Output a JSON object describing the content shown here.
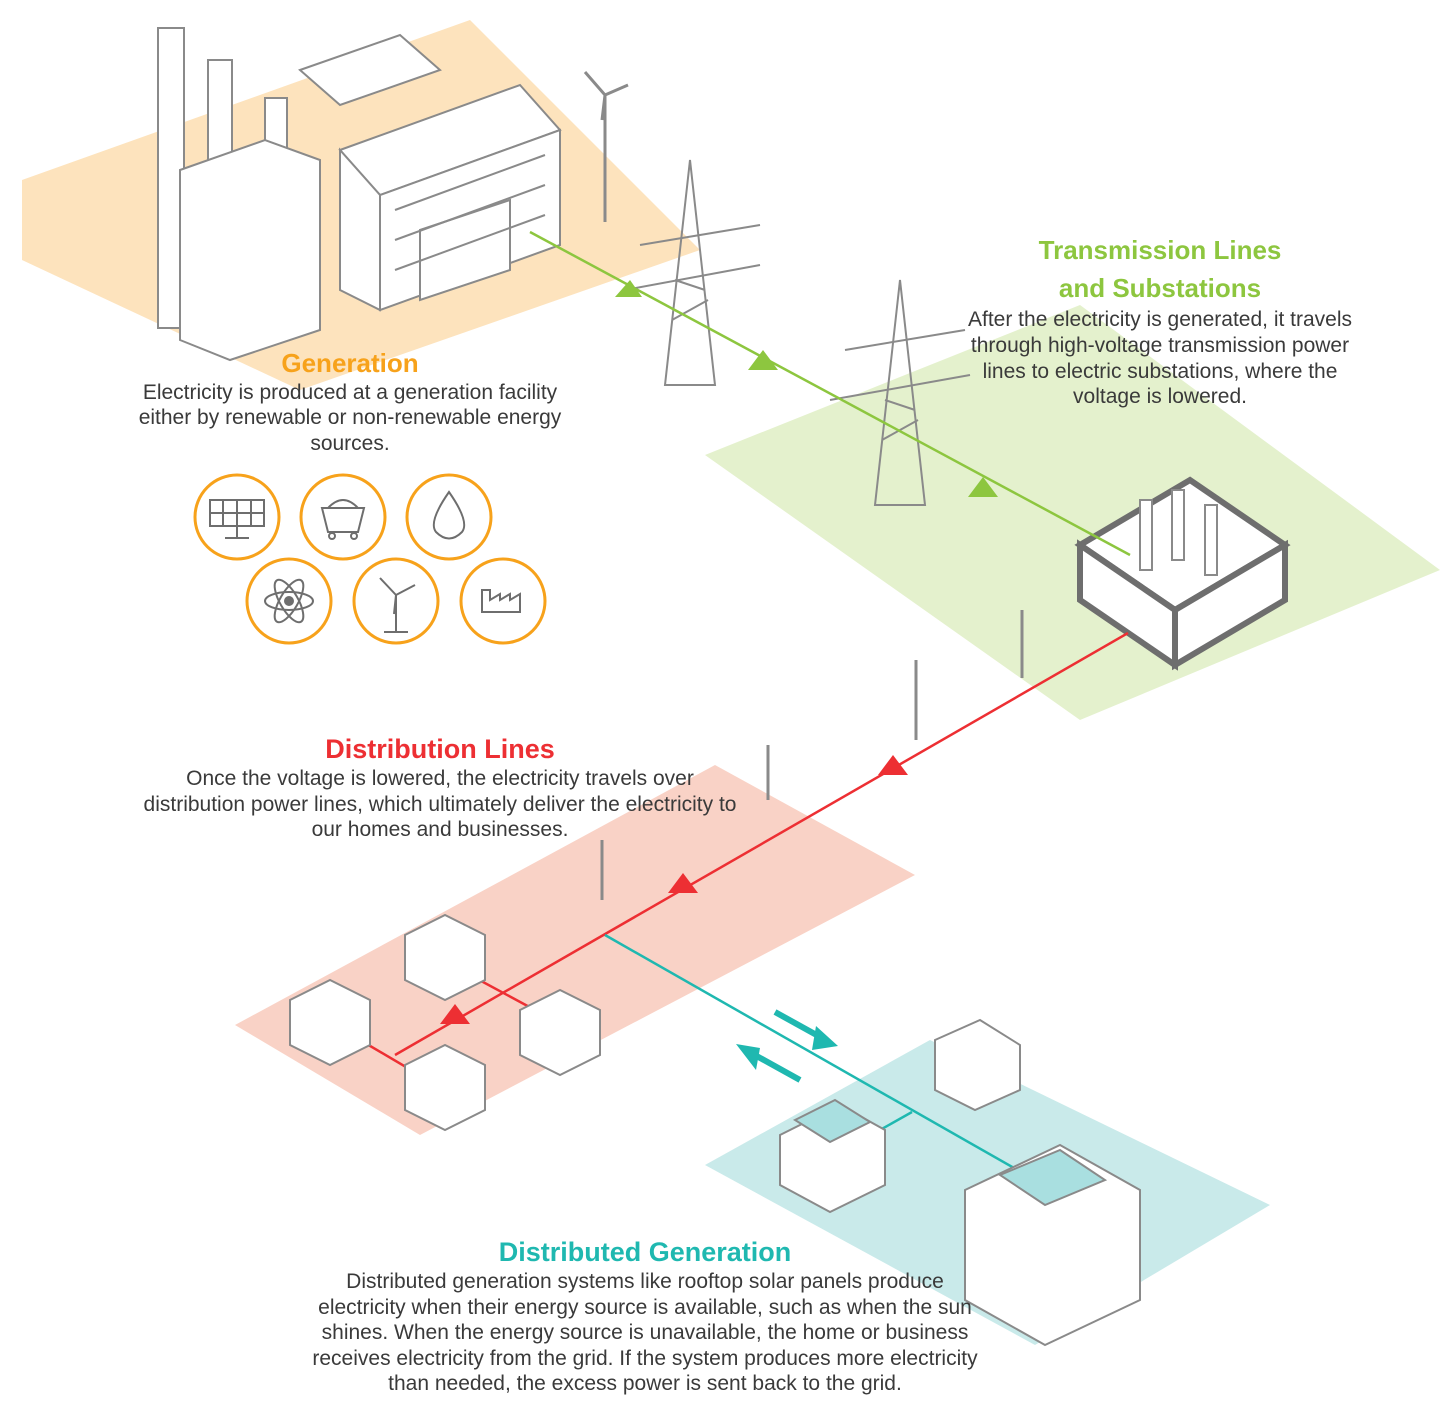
{
  "colors": {
    "generation": "#f7a21b",
    "generation_ground": "#fde3bd",
    "transmission": "#8dc63f",
    "transmission_ground": "#e4f1cd",
    "distribution": "#ed2f33",
    "distribution_ground": "#f9d2c6",
    "distributed_generation": "#1fb8b0",
    "distributed_generation_ground": "#c9eaea",
    "structure_stroke": "#8a8a8a"
  },
  "sections": {
    "generation": {
      "title": "Generation",
      "body": "Electricity is produced at a generation facility either by renewable or non-renewable energy sources."
    },
    "transmission": {
      "title": "Transmission Lines\nand Substations",
      "body": "After the electricity is generated, it travels through high-voltage transmission power lines to electric substations, where the voltage is lowered."
    },
    "distribution": {
      "title": "Distribution Lines",
      "body": "Once the voltage is lowered, the electricity travels over distribution power lines, which ultimately deliver the electricity to our homes and businesses."
    },
    "distributed_generation": {
      "title": "Distributed Generation",
      "body": "Distributed generation systems like rooftop solar panels produce electricity when their energy source is available, such as when the sun shines. When the energy source is unavailable, the home or business receives electricity from the grid. If the system produces more electricity than needed, the excess power is sent back to the grid."
    }
  },
  "energy_source_icons": [
    "solar-panel-icon",
    "coal-cart-icon",
    "water-drop-icon",
    "atom-icon",
    "wind-turbine-icon",
    "factory-icon"
  ]
}
